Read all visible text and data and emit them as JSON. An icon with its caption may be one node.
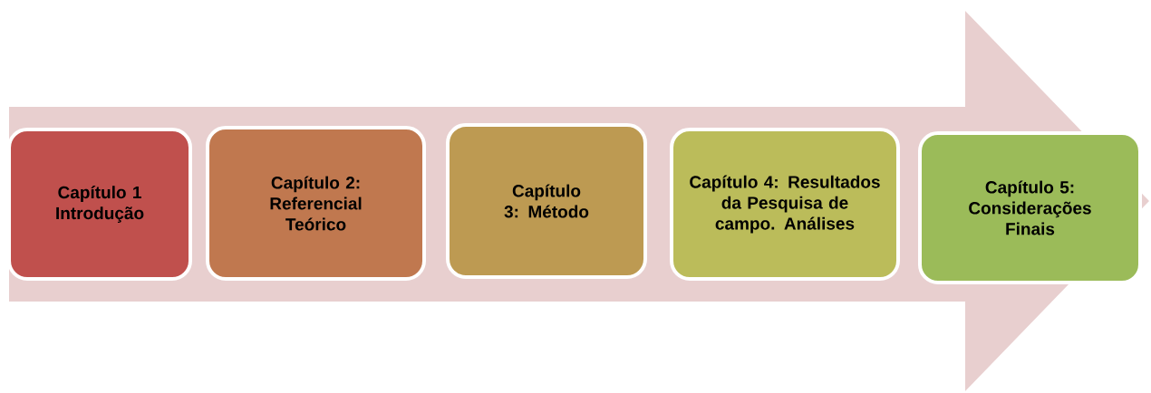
{
  "diagram": {
    "nodes": [
      {
        "text": [
          "Capítulo 1 Introdução"
        ]
      },
      {
        "text": [
          "Capítulo 2: Referencial Teórico"
        ]
      },
      {
        "text": [
          "Capítulo 3: Método"
        ]
      },
      {
        "text": [
          "Capítulo 4: Resultados da Pesquisa de campo. Análises"
        ]
      },
      {
        "text": [
          "Capítulo 5: Considerações Finais"
        ]
      }
    ]
  }
}
